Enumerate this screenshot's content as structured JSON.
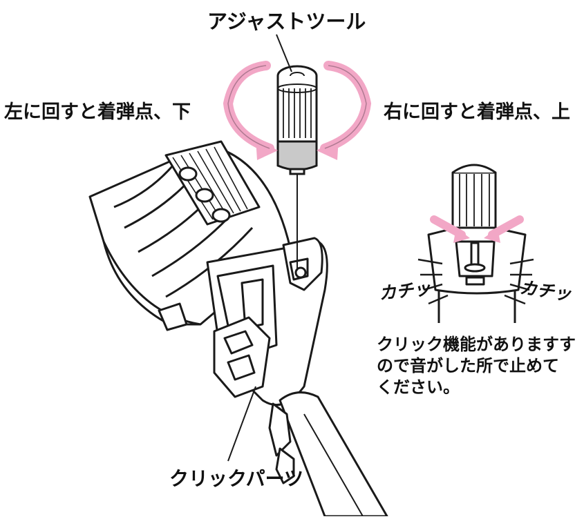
{
  "labels": {
    "adjust_tool": "アジャストツール",
    "left_turn": "左に回すと着弾点、下",
    "right_turn": "右に回すと着弾点、上",
    "click_sound_left": "カチッ",
    "click_sound_right": "カチッ",
    "click_parts": "クリックパーツ"
  },
  "note": {
    "lines": [
      "クリック機能がありますす",
      "ので音がした所で止めて",
      "ください。"
    ]
  },
  "colors": {
    "arrow_pink": "#f2a7c6",
    "line": "#1a1a1a",
    "tool_gray": "#c9c9c9"
  }
}
